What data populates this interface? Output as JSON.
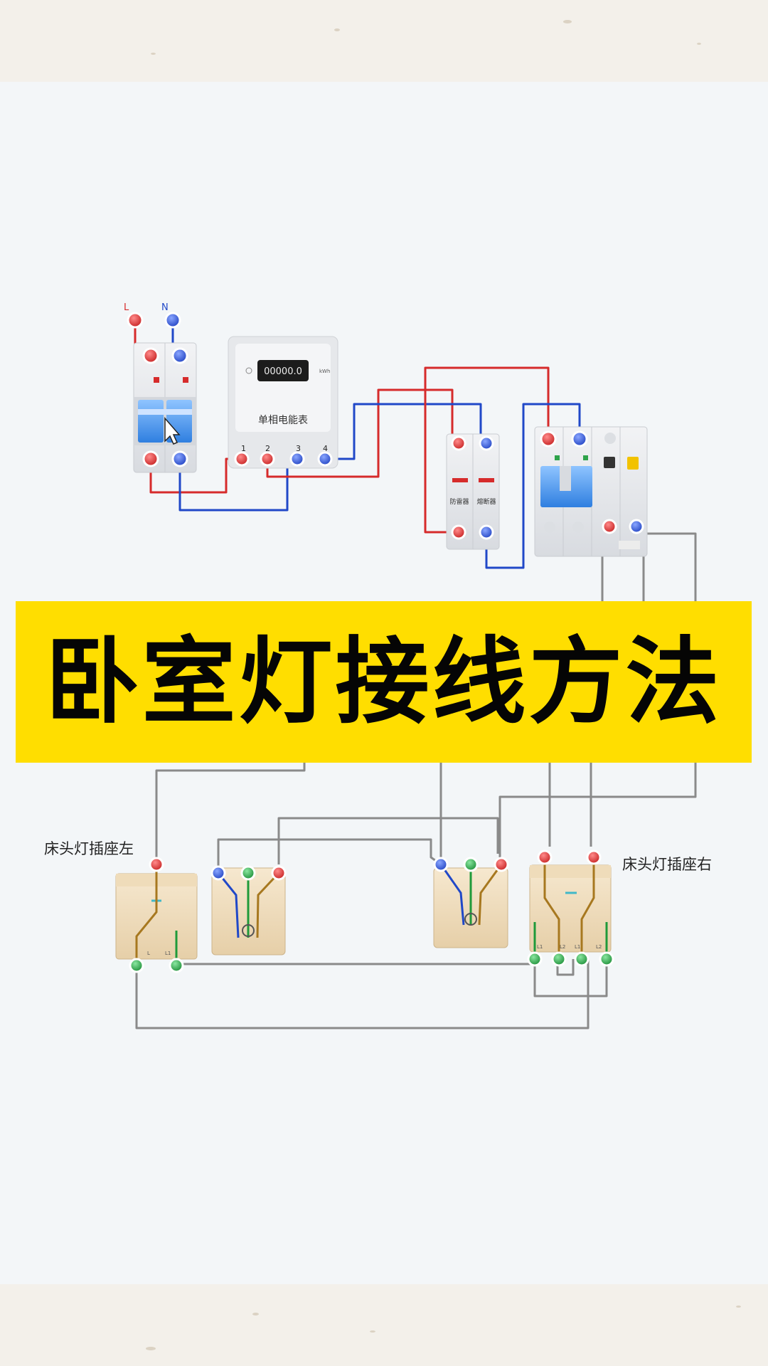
{
  "title": "卧室灯接线方法",
  "labels": {
    "live": "L",
    "neutral": "N",
    "meter_name": "单相电能表",
    "meter_reading": "00000.0",
    "meter_unit": "kWh",
    "terminal_1": "1",
    "terminal_2": "2",
    "terminal_3": "3",
    "terminal_4": "4",
    "protector_left": "防雷器",
    "protector_right": "熔断器",
    "bedside_left": "床头灯插座左",
    "bedside_right": "床头灯插座右",
    "switch_left_terminals": [
      "L",
      "L1"
    ],
    "switch_right_terminals": [
      "L1",
      "L2",
      "L1",
      "L2"
    ]
  },
  "colors": {
    "live_wire": "#d62b2b",
    "neutral_wire": "#2048c8",
    "control_wire": "#8a8a8a",
    "earth_terminal": "#1f9a3a",
    "banner": "#ffde00"
  }
}
